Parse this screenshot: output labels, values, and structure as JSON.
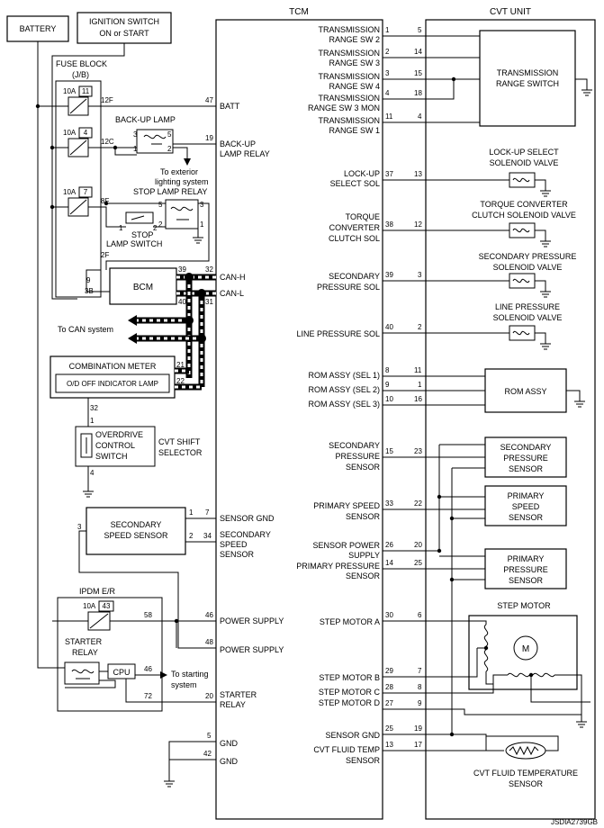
{
  "labels": {
    "battery": "BATTERY",
    "ignition_l1": "IGNITION SWITCH",
    "ignition_l2": "ON or START",
    "tcm": "TCM",
    "cvt_unit": "CVT UNIT",
    "fuse_block": "FUSE BLOCK",
    "jb": "(J/B)",
    "backup_lamp": "BACK-UP LAMP",
    "to_exterior_l1": "To exterior",
    "to_exterior_l2": "lighting system",
    "stop_lamp_relay": "STOP LAMP RELAY",
    "stop_l1": "STOP",
    "stop_l2": "LAMP SWITCH",
    "bcm": "BCM",
    "can_h": "CAN-H",
    "can_l": "CAN-L",
    "to_can": "To CAN system",
    "combination_meter": "COMBINATION METER",
    "od_off": "O/D OFF INDICATOR LAMP",
    "overdrive_l1": "OVERDRIVE",
    "overdrive_l2": "CONTROL",
    "overdrive_l3": "SWITCH",
    "cvt_shift_l1": "CVT SHIFT",
    "cvt_shift_l2": "SELECTOR",
    "sec_speed_l1": "SECONDARY",
    "sec_speed_l2": "SPEED SENSOR",
    "ipdm": "IPDM E/R",
    "starter_l1": "STARTER",
    "starter_l2": "RELAY",
    "cpu": "CPU",
    "to_starting_l1": "To starting",
    "to_starting_l2": "system",
    "trs": "TRANSMISSION",
    "trs2": "RANGE SWITCH",
    "lockup_sv_l1": "LOCK-UP SELECT",
    "lockup_sv_l2": "SOLENOID VALVE",
    "tcc_sv_l1": "TORQUE CONVERTER",
    "tcc_sv_l2": "CLUTCH SOLENOID VALVE",
    "sp_sv_l1": "SECONDARY PRESSURE",
    "sp_sv_l2": "SOLENOID VALVE",
    "lp_sv_l1": "LINE PRESSURE",
    "lp_sv_l2": "SOLENOID VALVE",
    "rom_assy": "ROM ASSY",
    "sps_l1": "SECONDARY",
    "sps_l2": "PRESSURE",
    "sps_l3": "SENSOR",
    "pss_l1": "PRIMARY",
    "pss_l2": "SPEED",
    "pss_l3": "SENSOR",
    "pps_l1": "PRIMARY",
    "pps_l2": "PRESSURE",
    "pps_l3": "SENSOR",
    "step_motor": "STEP MOTOR",
    "motor_m": "M",
    "fluid_temp_l1": "CVT FLUID TEMPERATURE",
    "fluid_temp_l2": "SENSOR",
    "code": "JSDIA2739GB"
  },
  "fuses": {
    "f1_amp": "10A",
    "f1_num": "11",
    "f2_amp": "10A",
    "f2_num": "4",
    "f3_amp": "10A",
    "f3_num": "7",
    "f4_amp": "10A",
    "f4_num": "43"
  },
  "tcm_left": {
    "batt": "BATT",
    "backup_l1": "BACK-UP",
    "backup_l2": "LAMP RELAY",
    "sensor_gnd": "SENSOR GND",
    "sec_speed_l1": "SECONDARY",
    "sec_speed_l2": "SPEED",
    "sec_speed_l3": "SENSOR",
    "power_supply_1": "POWER SUPPLY",
    "power_supply_2": "POWER SUPPLY",
    "starter_l1": "STARTER",
    "starter_l2": "RELAY",
    "gnd_1": "GND",
    "gnd_2": "GND"
  },
  "tcm_right": {
    "trs2_l1": "TRANSMISSION",
    "trs2_l2": "RANGE SW 2",
    "trs3_l1": "TRANSMISSION",
    "trs3_l2": "RANGE SW 3",
    "trs4_l1": "TRANSMISSION",
    "trs4_l2": "RANGE SW 4",
    "trs3m_l1": "TRANSMISSION",
    "trs3m_l2": "RANGE SW 3 MON",
    "trs1_l1": "TRANSMISSION",
    "trs1_l2": "RANGE SW 1",
    "lus_l1": "LOCK-UP",
    "lus_l2": "SELECT SOL",
    "tcc_l1": "TORQUE",
    "tcc_l2": "CONVERTER",
    "tcc_l3": "CLUTCH SOL",
    "sps_l1": "SECONDARY",
    "sps_l2": "PRESSURE SOL",
    "lps": "LINE PRESSURE SOL",
    "rom1": "ROM ASSY (SEL 1)",
    "rom2": "ROM ASSY (SEL 2)",
    "rom3": "ROM ASSY (SEL 3)",
    "secps_l1": "SECONDARY",
    "secps_l2": "PRESSURE",
    "secps_l3": "SENSOR",
    "pspd_l1": "PRIMARY SPEED",
    "pspd_l2": "SENSOR",
    "spw_l1": "SENSOR POWER",
    "spw_l2": "SUPPLY",
    "pps_l1": "PRIMARY PRESSURE",
    "pps_l2": "SENSOR",
    "sma": "STEP MOTOR A",
    "smb": "STEP MOTOR B",
    "smc": "STEP MOTOR C",
    "smd": "STEP MOTOR D",
    "sgnd": "SENSOR GND",
    "cft_l1": "CVT FLUID TEMP",
    "cft_l2": "SENSOR"
  },
  "pins": {
    "p12f": "12F",
    "p12c": "12C",
    "p8f": "8F",
    "p2f": "2F",
    "p9": "9",
    "p3b": "3B",
    "p47": "47",
    "p19": "19",
    "p39": "39",
    "p32": "32",
    "p40": "40",
    "p31": "31",
    "p21": "21",
    "p22": "22",
    "p32b": "32",
    "p1a": "1",
    "p4a": "4",
    "p1b": "1",
    "p7": "7",
    "p2b": "2",
    "p34": "34",
    "p3c": "3",
    "p58": "58",
    "p46a": "46",
    "p48": "48",
    "p46b": "46",
    "p72": "72",
    "p20": "20",
    "p5g": "5",
    "p42": "42",
    "bl3": "3",
    "bl5": "5",
    "bl1": "1",
    "bl2": "2",
    "sr5": "5",
    "sr3": "3",
    "sr2": "2",
    "sr1": "1",
    "ss1": "1",
    "ss2": "2",
    "t1": "1",
    "c5": "5",
    "t2": "2",
    "c14": "14",
    "t3": "3",
    "c15": "15",
    "t4": "4",
    "c18": "18",
    "t11": "11",
    "c4": "4",
    "t37": "37",
    "c13": "13",
    "t38": "38",
    "c12": "12",
    "t39": "39",
    "c3": "3",
    "t40": "40",
    "c2": "2",
    "t8": "8",
    "c11": "11",
    "t9": "9",
    "c1": "1",
    "t10": "10",
    "c16": "16",
    "t15": "15",
    "c23": "23",
    "t33": "33",
    "c22": "22",
    "t26": "26",
    "c20": "20",
    "t14": "14",
    "c25": "25",
    "t30": "30",
    "c6": "6",
    "t29": "29",
    "c7": "7",
    "t28": "28",
    "c8": "8",
    "t27": "27",
    "c9": "9",
    "t25": "25",
    "c19": "19",
    "t13": "13",
    "c17": "17"
  }
}
